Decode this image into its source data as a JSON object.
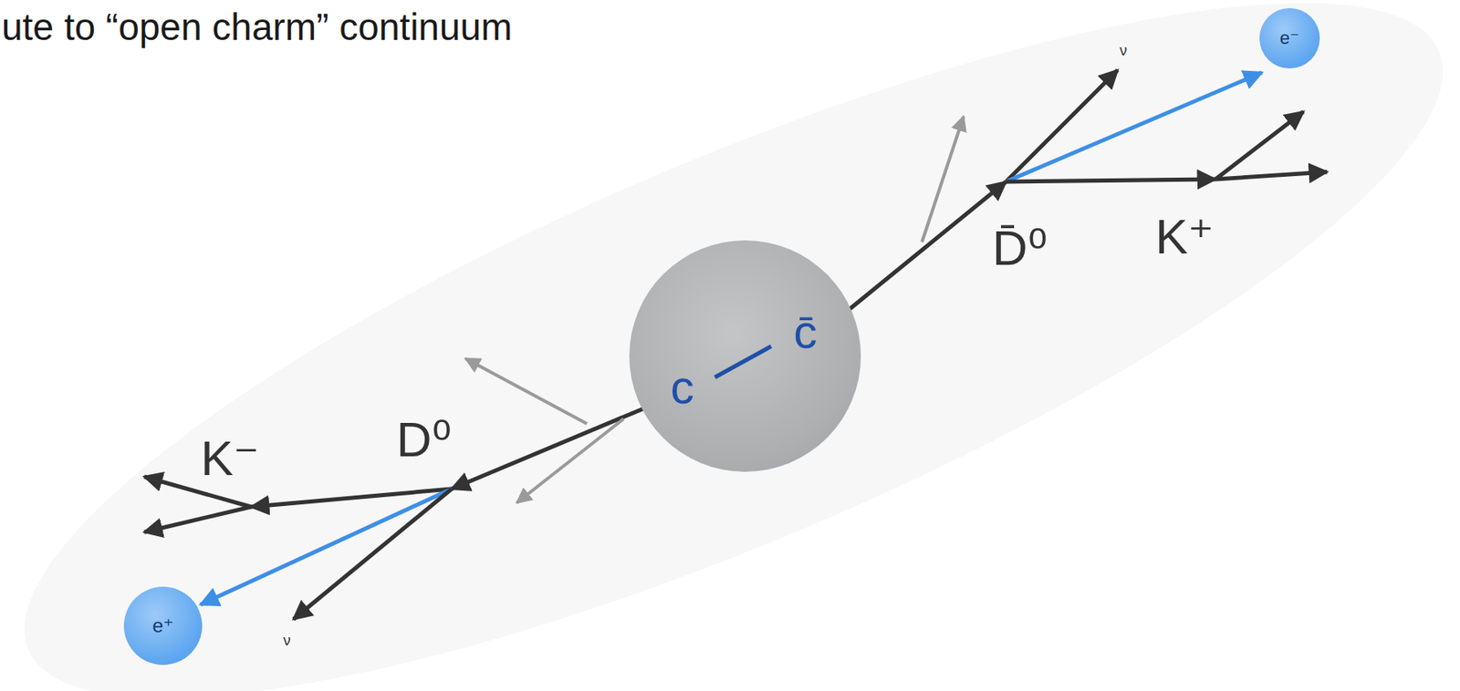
{
  "diagram": {
    "title": "ute to “open charm” continuum",
    "nodes": [
      {
        "text": [
          "e⁻"
        ]
      },
      {
        "text": [
          "c",
          "c̄"
        ]
      },
      {
        "text": [
          "e⁺"
        ]
      }
    ],
    "labels": [
      "ν",
      "D̄⁰",
      "K⁺",
      "D⁰",
      "K⁻",
      "ν"
    ]
  }
}
